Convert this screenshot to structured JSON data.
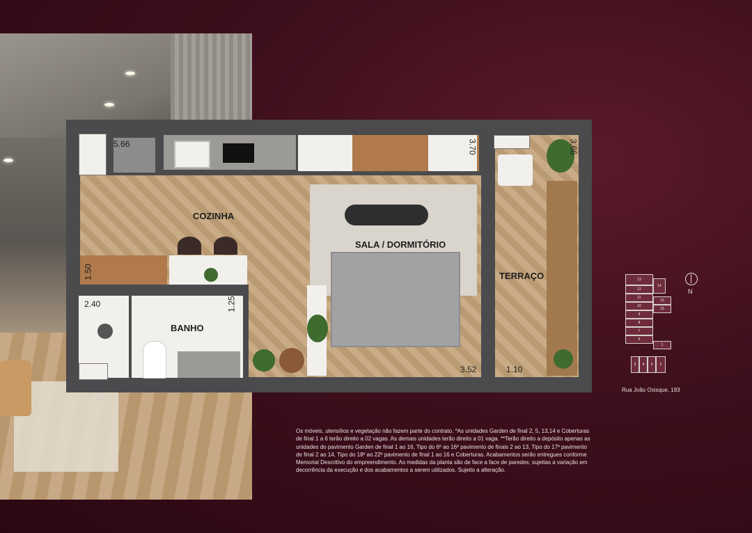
{
  "rooms": {
    "cozinha": "COZINHA",
    "sala": "SALA / DORMITÓRIO",
    "terraco": "TERRAÇO",
    "banho": "BANHO"
  },
  "dimensions": {
    "d1": "5.66",
    "d2": "3.70",
    "d3": "3.66",
    "d4": "1.50",
    "d5": "2.40",
    "d6": "1.25",
    "d7": "3.52",
    "d8": "1.10"
  },
  "keyplan": {
    "units": [
      "13",
      "12",
      "14",
      "11",
      "10",
      "15",
      "9",
      "16",
      "8",
      "7",
      "6",
      "1",
      "5",
      "4",
      "3",
      "2"
    ],
    "compass": "N",
    "street": "Rua João Oxisque, 183"
  },
  "disclaimer": "Os móveis, utensílios e vegetação não fazem parte do contrato. *As unidades Garden de final 2, 5, 13,14 e Coberturas de final 1 a 6 terão direito a 02 vagas. As demais unidades terão direito a 01 vaga. **Terão direito a depósito apenas as unidades do pavimento Garden de final 1 ao 16, Tipo do 6º ao 16º pavimento de finais 2 ao 13, Tipo do 17º pavimento de final 2 ao 14, Tipo do 18º ao 22º pavimento de final 1 ao 16 e Coberturas. Acabamentos serão entregues conforme Memorial Descritivo do empreendimento. As medidas da planta são de face a face de paredes, sujeitas a variação em decorrência da execução e dos acabamentos a serem utilizados. Sujeito a alteração.",
  "colors": {
    "background": "#3e0f1c",
    "wall": "#4b4b4d",
    "floor": "#c9ac86"
  }
}
